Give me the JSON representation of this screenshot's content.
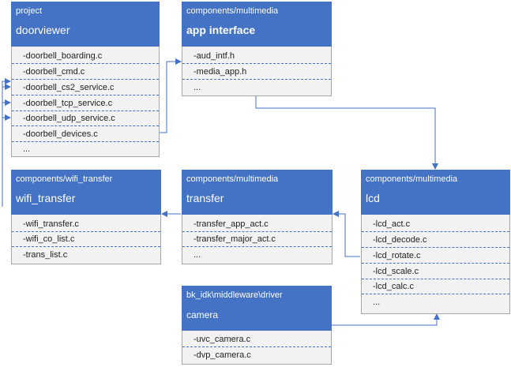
{
  "boxes": {
    "doorviewer": {
      "package": "project",
      "title": "doorviewer",
      "files": [
        "-doorbell_boarding.c",
        "-doorbell_cmd.c",
        "-doorbell_cs2_service.c",
        "-doorbell_tcp_service.c",
        "-doorbell_udp_service.c",
        "-doorbell_devices.c",
        "..."
      ]
    },
    "app_interface": {
      "package": "components/multimedia",
      "title": "app interface",
      "files": [
        "-aud_intf.h",
        "-media_app.h",
        "..."
      ]
    },
    "wifi_transfer": {
      "package": "components/wifi_transfer",
      "title": "wifi_transfer",
      "files": [
        "-wifi_transfer.c",
        "-wifi_co_list.c",
        "-trans_list.c"
      ]
    },
    "transfer": {
      "package": "components/multimedia",
      "title": "transfer",
      "files": [
        "-transfer_app_act.c",
        "-transfer_major_act.c",
        "..."
      ]
    },
    "lcd": {
      "package": "components/multimedia",
      "title": "lcd",
      "files": [
        "-lcd_act.c",
        "-lcd_decode.c",
        "-lcd_rotate.c",
        "-lcd_scale.c",
        "-lcd_calc.c",
        "..."
      ]
    },
    "camera": {
      "package": "bk_idk\\middleware\\driver",
      "title": "camera",
      "files": [
        "-uvc_camera.c",
        "-dvp_camera.c"
      ]
    }
  },
  "colors": {
    "header": "#4472c4",
    "body": "#f2f2f2",
    "connector": "#4472c4"
  }
}
